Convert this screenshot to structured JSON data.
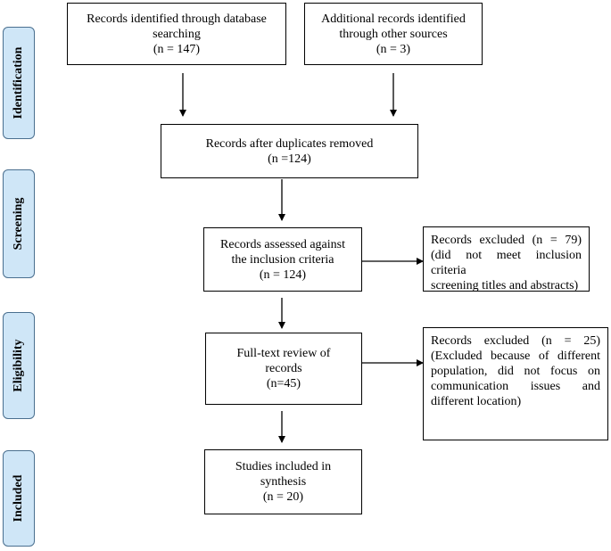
{
  "stages": [
    {
      "id": "identification",
      "label": "Identification"
    },
    {
      "id": "screening",
      "label": "Screening"
    },
    {
      "id": "eligibility",
      "label": "Eligibility"
    },
    {
      "id": "included",
      "label": "Included"
    }
  ],
  "boxes": {
    "database": {
      "lines": [
        "Records identified through database",
        "searching",
        "(n = 147)"
      ]
    },
    "other_sources": {
      "lines": [
        "Additional records identified",
        "through other sources",
        "(n = 3)"
      ]
    },
    "duplicates_removed": {
      "lines": [
        "Records after duplicates removed",
        "(n =124)"
      ]
    },
    "assessed": {
      "lines": [
        "Records assessed against",
        "the inclusion criteria",
        "(n = 124)"
      ]
    },
    "excluded_screening": {
      "lines": [
        "Records  excluded  (n  =  79)",
        "(did not meet inclusion criteria",
        "screening titles and abstracts)"
      ]
    },
    "fulltext": {
      "lines": [
        "Full-text review of",
        "records",
        "(n=45)"
      ]
    },
    "excluded_fulltext": {
      "lines": [
        "Records  excluded  (n  =  25)",
        "(Excluded because of different",
        "population, did not focus on",
        "communication    issues    and",
        "different location)"
      ]
    },
    "included": {
      "lines": [
        "Studies included in",
        "synthesis",
        "(n = 20)"
      ]
    }
  }
}
